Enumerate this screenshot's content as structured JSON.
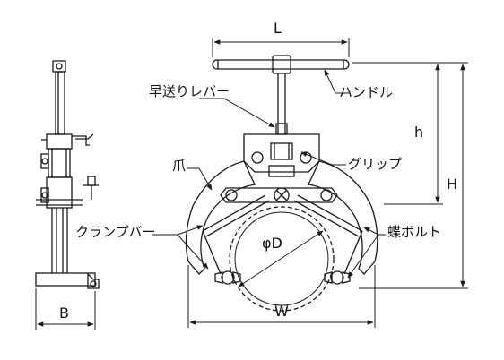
{
  "diagram": {
    "labels": {
      "L": "L",
      "h": "h",
      "H": "H",
      "B": "B",
      "W": "W",
      "phiD": "φD"
    },
    "parts": {
      "quick_feed_lever": "早送りレバー",
      "handle": "ハンドル",
      "grip": "グリップ",
      "claw": "爪",
      "clamp_bar": "クランプバー",
      "wing_bolt": "蝶ボルト"
    }
  },
  "colors": {
    "line": "#1a1a1a",
    "hatch": "#444444",
    "background": "#ffffff"
  }
}
